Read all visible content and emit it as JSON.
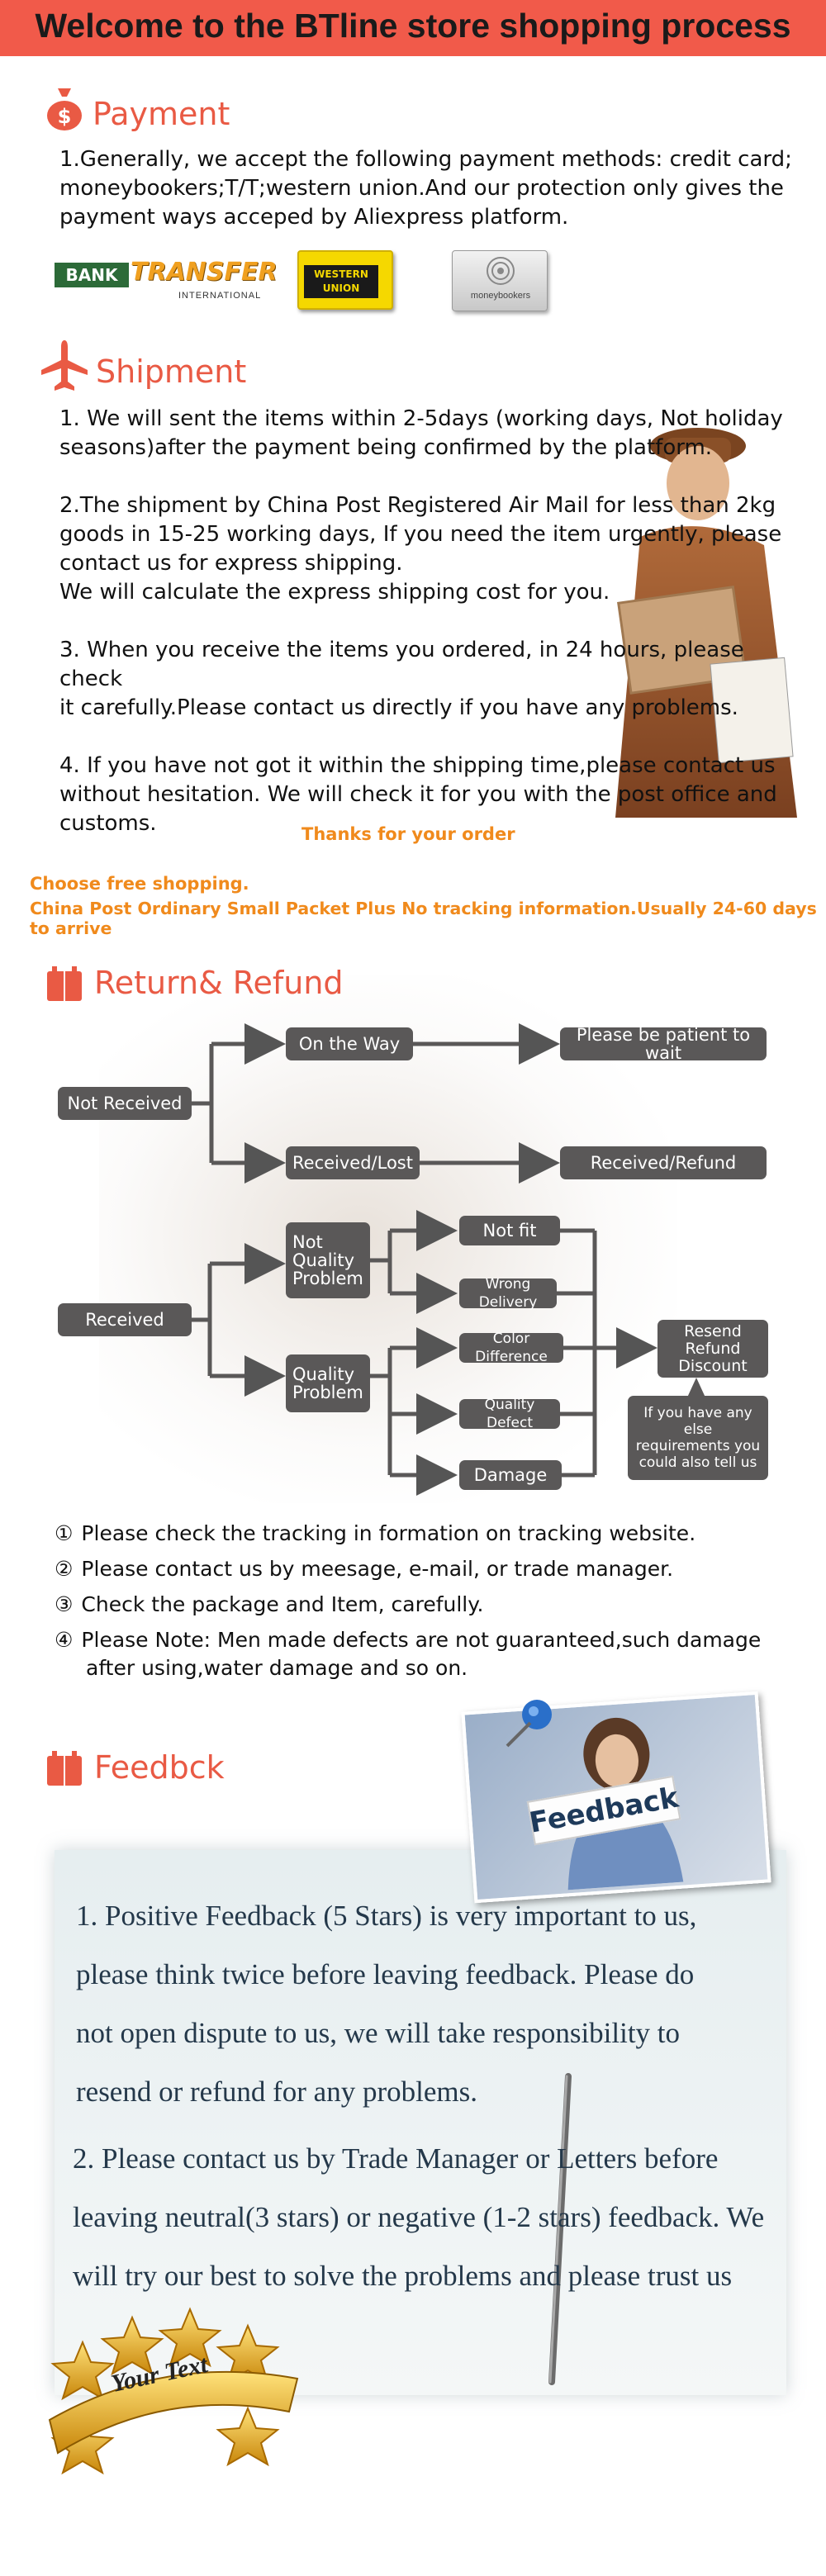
{
  "banner": {
    "title": "Welcome to the BTline store shopping process"
  },
  "payment": {
    "title": "Payment",
    "text": "1.Generally, we accept the following payment methods: credit card;\nmoneybookers;T/T;western union.And our protection only gives the\npayment ways acceped by Aliexpress platform.",
    "logos": {
      "bank_word": "BANK",
      "transfer_word": "TRANSFER",
      "international_word": "INTERNATIONAL",
      "western_top": "WESTERN",
      "western_bottom": "UNION",
      "moneybookers": "moneybookers"
    }
  },
  "shipment": {
    "title": "Shipment",
    "text": "1. We will sent the items within 2-5days (working days, Not holiday\nseasons)after the payment being confirmed by the platform.\n\n2.The shipment by China Post Registered Air Mail for less than  2kg\ngoods in 15-25 working days, If  you need the item urgently, please\ncontact us for express shipping.\nWe will calculate the express shipping cost for you.\n\n3. When you receive the items you ordered, in 24 hours, please check\n it carefully.Please contact us directly if you have any problems.\n\n4. If you have not got it within the shipping time,please contact us\nwithout hesitation. We will check it for you with the post office and\ncustoms.",
    "thanks": "Thanks for your order",
    "free_line1": "Choose free shopping.",
    "free_line2": "China Post Ordinary Small Packet Plus No tracking information.Usually 24-60 days to arrive"
  },
  "refund": {
    "title": "Return& Refund",
    "flow": {
      "not_received": "Not Received",
      "on_the_way": "On the Way",
      "be_patient": "Please be patient to wait",
      "received_lost": "Received/Lost",
      "received_refund": "Received/Refund",
      "received": "Received",
      "not_quality_problem": "Not\nQuality\nProblem",
      "quality_problem": "Quality\nProblem",
      "not_fit": "Not fit",
      "wrong_delivery": "Wrong Delivery",
      "color_difference": "Color Difference",
      "quality_defect": "Quality Defect",
      "damage": "Damage",
      "resend_refund_discount": "Resend\nRefund\nDiscount",
      "if_you_have": "If you have any else\nrequirements you\ncould also tell us"
    },
    "notes": [
      {
        "num": "①",
        "text": "Please check the tracking in formation on tracking website."
      },
      {
        "num": "②",
        "text": "Please contact us by meesage, e-mail, or trade manager."
      },
      {
        "num": "③",
        "text": "Check the package and Item, carefully."
      },
      {
        "num": "④",
        "text": "Please Note: Men made defects  are not guaranteed,such damage"
      }
    ],
    "note4_cont": "after using,water damage and so on."
  },
  "feedback": {
    "title": "Feedbck",
    "sign": "Feedback",
    "para1": "1. Positive Feedback (5 Stars) is very important to us,\nplease think twice before leaving feedback. Please do\nnot open dispute to us,   we will take responsibility to\nresend or refund for any problems.",
    "para2": "2. Please contact us by Trade Manager or Letters before\nleaving neutral(3 stars) or negative (1-2 stars) feedback. We\nwill try our best to solve the problems and please trust us",
    "badge": "Your Text"
  }
}
